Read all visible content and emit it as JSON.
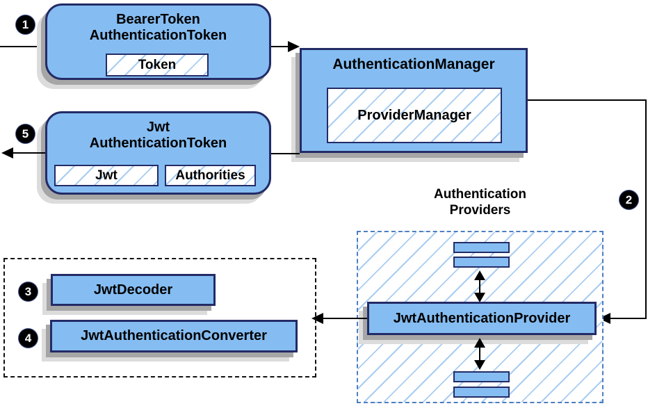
{
  "diagram": {
    "badges": {
      "b1": "1",
      "b2": "2",
      "b3": "3",
      "b4": "4",
      "b5": "5"
    },
    "nodes": {
      "bearer_token": {
        "line1": "BearerToken",
        "line2": "AuthenticationToken",
        "inner": "Token"
      },
      "authentication_manager": {
        "title": "AuthenticationManager",
        "inner": "ProviderManager"
      },
      "jwt_token": {
        "line1": "Jwt",
        "line2": "AuthenticationToken",
        "inner1": "Jwt",
        "inner2": "Authorities"
      },
      "providers_group": {
        "label_line1": "Authentication",
        "label_line2": "Providers",
        "provider": "JwtAuthenticationProvider"
      },
      "decoder": "JwtDecoder",
      "converter": "JwtAuthenticationConverter"
    },
    "colors": {
      "node_fill": "#85BDF2",
      "node_border": "#232B66",
      "hatch": "#A9CDF1",
      "dash_blue": "#4D7EBF",
      "dash_black": "#111111",
      "shadow_dark": "#A6A6A6",
      "shadow_light": "#DCDCDC",
      "line": "#000000"
    }
  }
}
